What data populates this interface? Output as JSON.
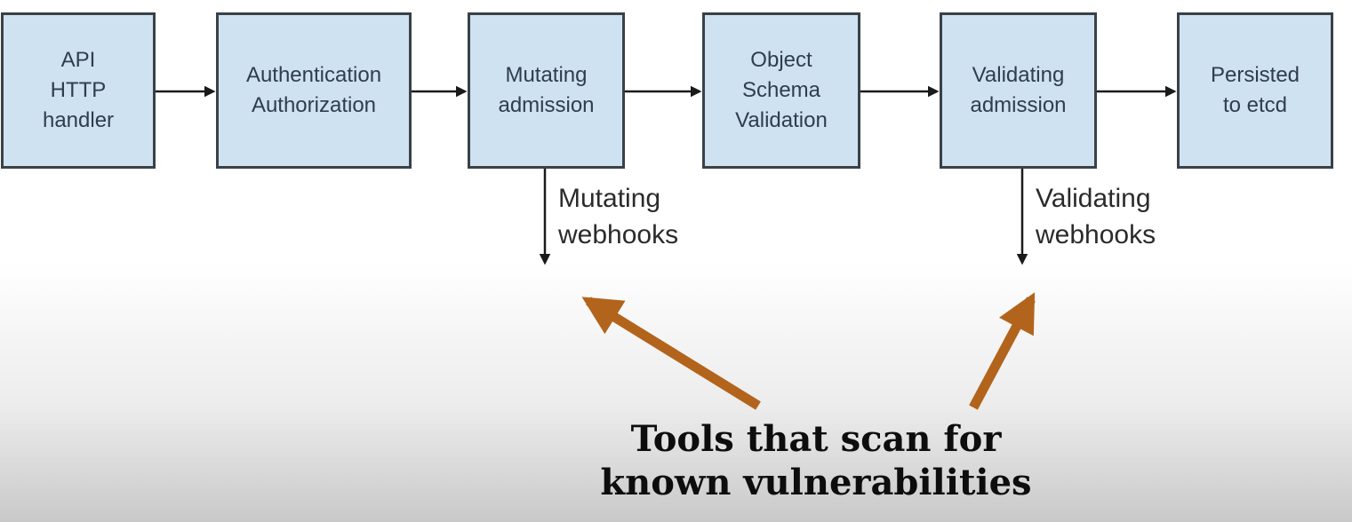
{
  "diagram": {
    "boxes": [
      {
        "id": "api-http-handler",
        "label": "API\nHTTP\nhandler"
      },
      {
        "id": "authentication-authorization",
        "label": "Authentication\nAuthorization"
      },
      {
        "id": "mutating-admission",
        "label": "Mutating\nadmission"
      },
      {
        "id": "object-schema-validation",
        "label": "Object\nSchema\nValidation"
      },
      {
        "id": "validating-admission",
        "label": "Validating\nadmission"
      },
      {
        "id": "persisted-to-etcd",
        "label": "Persisted\nto etcd"
      }
    ],
    "webhook_labels": {
      "mutating": "Mutating\nwebhooks",
      "validating": "Validating\nwebhooks"
    },
    "annotation_caption": "Tools that scan for\nknown vulnerabilities",
    "colors": {
      "box_fill": "#cfe2f1",
      "box_border": "#3a4147",
      "box_text": "#2e3d4f",
      "connector": "#1a1a1a",
      "webhook_text": "#2b2b2b",
      "annotation_arrow": "#b2641c",
      "annotation_text": "#0d0d0d",
      "background_top": "#ffffff",
      "background_bottom": "#c9c9c9"
    }
  }
}
